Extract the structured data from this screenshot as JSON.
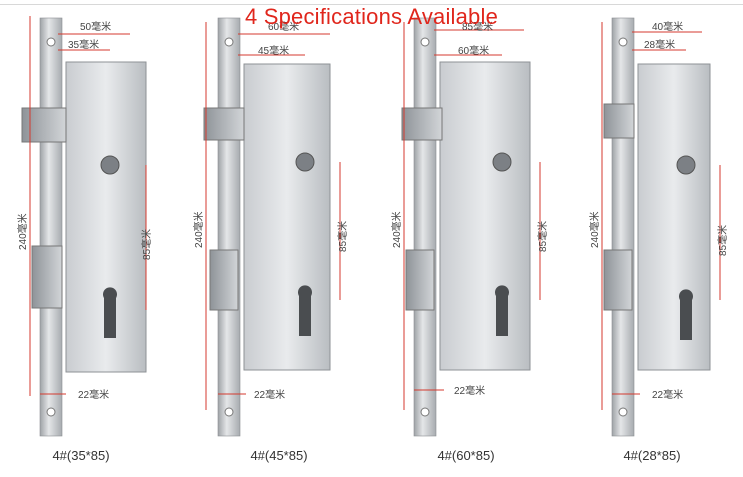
{
  "title": "4 Specifications Available",
  "colors": {
    "title": "#e0261c",
    "dimension": "#d43a2f",
    "steel": "#b9bcbf"
  },
  "locks": [
    {
      "caption": "4#(35*85)",
      "top_width": "50毫米",
      "backset": "35毫米",
      "height": "240毫米",
      "center": "85毫米",
      "bottom": "22毫米"
    },
    {
      "caption": "4#(45*85)",
      "top_width": "60毫米",
      "backset": "45毫米",
      "height": "240毫米",
      "center": "85毫米",
      "bottom": "22毫米"
    },
    {
      "caption": "4#(60*85)",
      "top_width": "85毫米",
      "backset": "60毫米",
      "height": "240毫米",
      "center": "85毫米",
      "bottom": "22毫米"
    },
    {
      "caption": "4#(28*85)",
      "top_width": "40毫米",
      "backset": "28毫米",
      "height": "240毫米",
      "center": "85毫米",
      "bottom": "22毫米"
    }
  ]
}
